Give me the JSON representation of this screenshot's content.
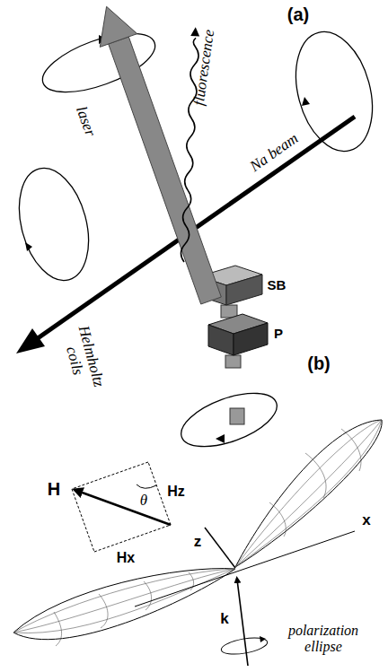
{
  "diagram": {
    "labels": [
      "(a)",
      "laser",
      "fluorescence",
      "Na beam",
      "SB",
      "P",
      "Helmholtz coils",
      "(b)",
      "H",
      "θ",
      "Hz",
      "Hx",
      "z",
      "x",
      "k",
      "polarization ellipse"
    ]
  }
}
